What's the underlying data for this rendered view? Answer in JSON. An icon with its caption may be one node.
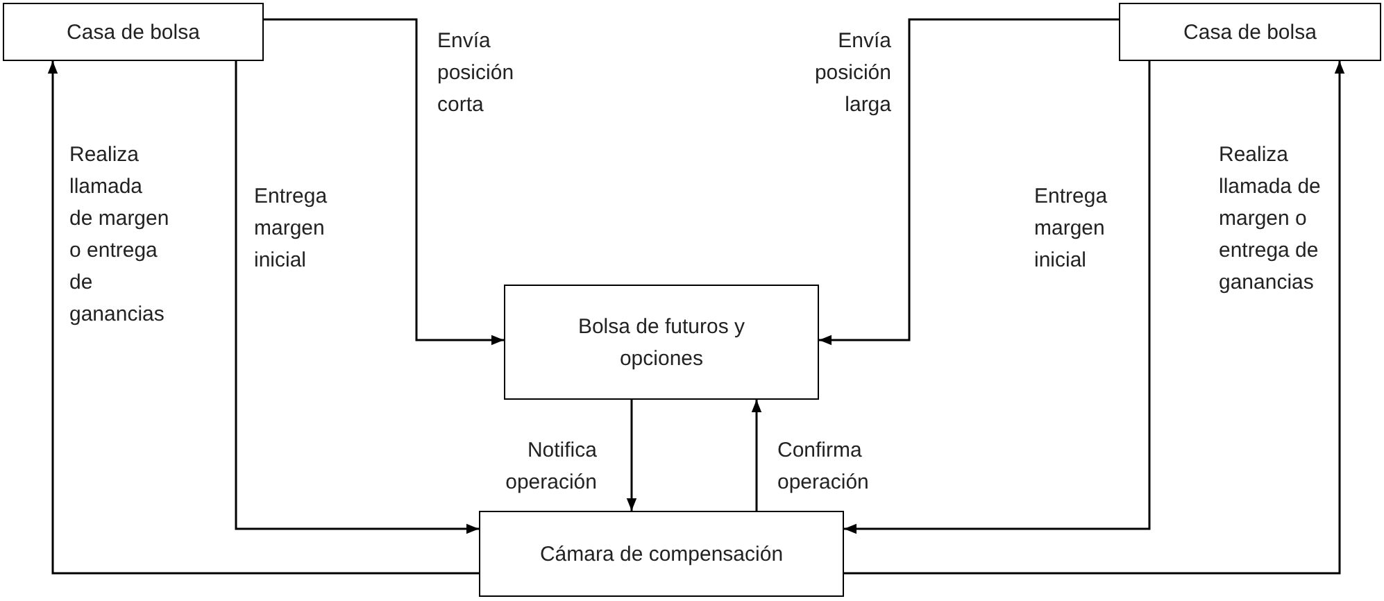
{
  "diagram": {
    "nodes": [
      {
        "text": [
          "Casa de bolsa"
        ]
      },
      {
        "text": [
          "Casa de bolsa"
        ]
      },
      {
        "text": [
          "Bolsa de futuros y opciones"
        ]
      },
      {
        "text": [
          "Cámara de compensación"
        ]
      }
    ],
    "edges": [
      {
        "from": 0,
        "to": 2,
        "arrow": "to",
        "label": "Envía posición corta"
      },
      {
        "from": 1,
        "to": 2,
        "arrow": "to",
        "label": "Envía posición larga"
      },
      {
        "from": 0,
        "to": 3,
        "arrow": "to",
        "label": "Entrega margen inicial"
      },
      {
        "from": 1,
        "to": 3,
        "arrow": "to",
        "label": "Entrega margen inicial"
      },
      {
        "from": 3,
        "to": 0,
        "arrow": "to",
        "label": "Realiza llamada de margen o entrega de ganancias"
      },
      {
        "from": 3,
        "to": 1,
        "arrow": "to",
        "label": "Realiza llamada de margen o entrega de ganancias"
      },
      {
        "from": 2,
        "to": 3,
        "arrow": "to",
        "label": "Notifica operación"
      },
      {
        "from": 3,
        "to": 2,
        "arrow": "to",
        "label": "Confirma operación"
      }
    ]
  }
}
